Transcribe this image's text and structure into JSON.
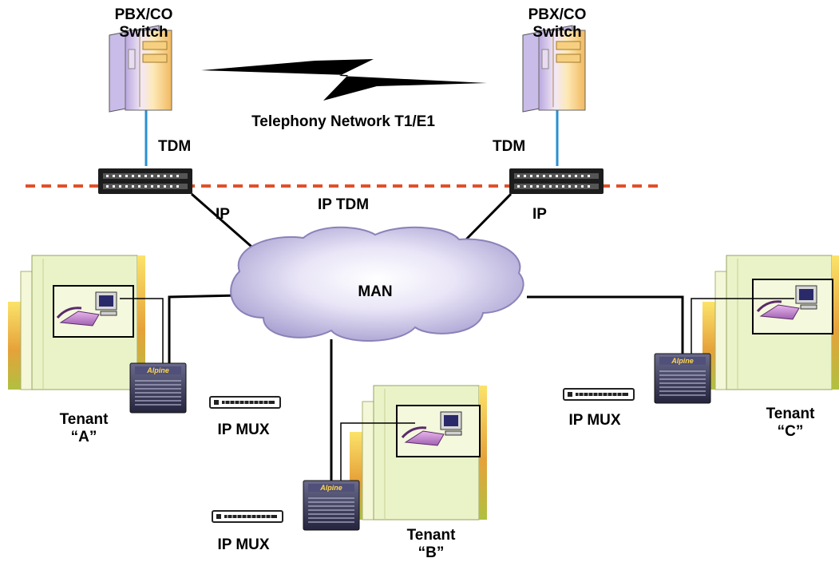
{
  "pbx_left": {
    "line1": "PBX/CO",
    "line2": "Switch"
  },
  "pbx_right": {
    "line1": "PBX/CO",
    "line2": "Switch"
  },
  "telephony": "Telephony Network T1/E1",
  "tdm_left": "TDM",
  "tdm_right": "TDM",
  "ip_left": "IP",
  "ip_right": "IP",
  "ip_tdm": "IP TDM",
  "man": "MAN",
  "switch_brand": "Alpine",
  "tenant_a": {
    "line1": "Tenant",
    "line2": "“A”"
  },
  "tenant_b": {
    "line1": "Tenant",
    "line2": "“B”"
  },
  "tenant_c": {
    "line1": "Tenant",
    "line2": "“C”"
  },
  "ipmux_a": "IP MUX",
  "ipmux_b": "IP MUX",
  "ipmux_c": "IP MUX",
  "colors": {
    "tdm_link": "#2a8fd0",
    "boundary": "#e0502a",
    "cloud": "#c8c0e6",
    "building": "#eaf3c8",
    "switch": "#3a3a5a"
  }
}
